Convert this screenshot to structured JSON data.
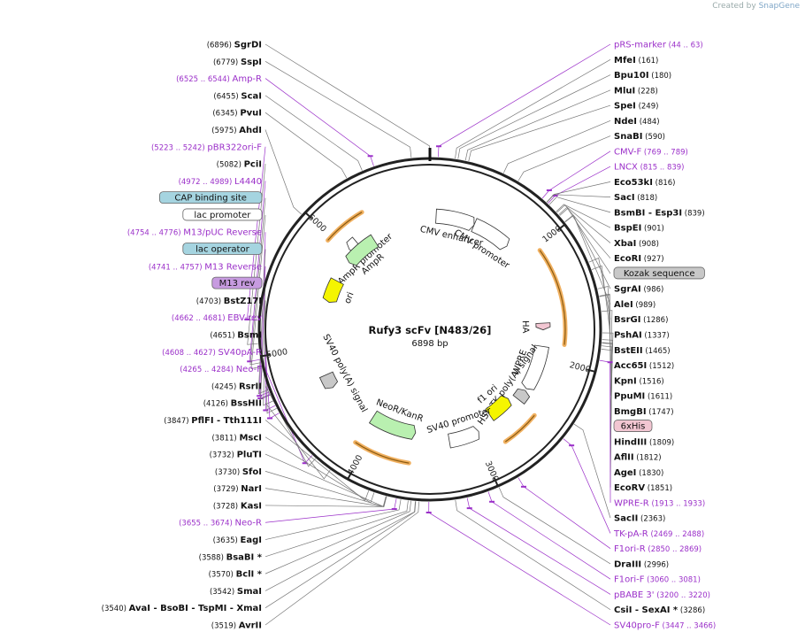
{
  "credit": {
    "prefix": "Created by",
    "brand": "SnapGene"
  },
  "plasmid": {
    "name": "Rufy3 scFv [N483/26]",
    "length_label": "6898 bp",
    "length": 6898
  },
  "colors": {
    "enzyme": "#000000",
    "primer": "#9b30c9",
    "feature_gray": "#c8c8c8",
    "feature_cyan": "#a5d4e0",
    "feature_pink": "#f2c6d2",
    "arrow_yellow": "#f5f500",
    "arrow_green": "#b9f0b0",
    "orf_orange": "#f0b060"
  },
  "ticks": [
    {
      "label": "1000",
      "bp": 1000
    },
    {
      "label": "2000",
      "bp": 2000
    },
    {
      "label": "3000",
      "bp": 3000
    },
    {
      "label": "4000",
      "bp": 4000
    },
    {
      "label": "5000",
      "bp": 5000
    },
    {
      "label": "6000",
      "bp": 6000
    }
  ],
  "features": [
    {
      "label": "AmpR promoter",
      "start": 6030,
      "end": 6130,
      "color": "#ffffff",
      "kind": "promoter"
    },
    {
      "label": "AmpR",
      "start": 5930,
      "end": 6285,
      "color": "#b9f0b0",
      "kind": "cds"
    },
    {
      "label": "CMV enhancer",
      "start": 60,
      "end": 440,
      "color": "#ffffff",
      "kind": "enhancer"
    },
    {
      "label": "CMV promoter",
      "start": 440,
      "end": 820,
      "color": "#ffffff",
      "kind": "promoter"
    },
    {
      "label": "ori",
      "start": 5460,
      "end": 5700,
      "color": "#f5f500",
      "kind": "ori"
    },
    {
      "label": "HA",
      "start": 1665,
      "end": 1730,
      "color": "#f2c6d2",
      "kind": "tag"
    },
    {
      "label": "WPRE",
      "start": 1890,
      "end": 2330,
      "color": "#ffffff",
      "kind": "misc"
    },
    {
      "label": "HSV TK poly(A) signal",
      "start": 2350,
      "end": 2460,
      "color": "#c8c8c8",
      "kind": "polya"
    },
    {
      "label": "f1 ori",
      "start": 2520,
      "end": 2780,
      "color": "#f5f500",
      "kind": "ori"
    },
    {
      "label": "SV40 promoter",
      "start": 2960,
      "end": 3260,
      "color": "#ffffff",
      "kind": "promoter"
    },
    {
      "label": "NeoR/KanR",
      "start": 3600,
      "end": 4080,
      "color": "#b9f0b0",
      "kind": "cds"
    },
    {
      "label": "SV40 poly(A) signal",
      "start": 4580,
      "end": 4720,
      "color": "#c8c8c8",
      "kind": "polya"
    }
  ],
  "orfs": [
    {
      "start": 5960,
      "end": 6320
    },
    {
      "start": 1040,
      "end": 1850
    },
    {
      "start": 2480,
      "end": 2800
    },
    {
      "start": 3620,
      "end": 4090
    }
  ],
  "left_labels": [
    {
      "pos": "(6896)",
      "name": "SgrDI",
      "kind": "enzyme",
      "bp": 6896
    },
    {
      "pos": "(6779)",
      "name": "SspI",
      "kind": "enzyme",
      "bp": 6779
    },
    {
      "pos": "(6525 .. 6544)",
      "name": "Amp-R",
      "kind": "primer",
      "bp": 6534
    },
    {
      "pos": "(6455)",
      "name": "ScaI",
      "kind": "enzyme",
      "bp": 6455
    },
    {
      "pos": "(6345)",
      "name": "PvuI",
      "kind": "enzyme",
      "bp": 6345
    },
    {
      "pos": "(5975)",
      "name": "AhdI",
      "kind": "enzyme",
      "bp": 5975
    },
    {
      "pos": "(5223 .. 5242)",
      "name": "pBR322ori-F",
      "kind": "primer",
      "bp": 5232
    },
    {
      "pos": "(5082)",
      "name": "PciI",
      "kind": "enzyme",
      "bp": 5082
    },
    {
      "pos": "(4972 .. 4989)",
      "name": "L4440",
      "kind": "primer",
      "bp": 4980
    },
    {
      "pos": "",
      "name": "CAP binding site",
      "kind": "feature_cyan",
      "bp": 4960
    },
    {
      "pos": "",
      "name": "lac promoter",
      "kind": "feature_white",
      "bp": 4935
    },
    {
      "pos": "(4754 .. 4776)",
      "name": "M13/pUC Reverse",
      "kind": "primer",
      "bp": 4765
    },
    {
      "pos": "",
      "name": "lac operator",
      "kind": "feature_cyan",
      "bp": 4780
    },
    {
      "pos": "(4741 .. 4757)",
      "name": "M13 Reverse",
      "kind": "primer",
      "bp": 4749
    },
    {
      "pos": "",
      "name": "M13 rev",
      "kind": "feature_purple",
      "bp": 4745
    },
    {
      "pos": "(4703)",
      "name": "BstZ17I",
      "kind": "enzyme",
      "bp": 4703
    },
    {
      "pos": "(4662 .. 4681)",
      "name": "EBV-rev",
      "kind": "primer",
      "bp": 4671
    },
    {
      "pos": "(4651)",
      "name": "BsmI",
      "kind": "enzyme",
      "bp": 4651
    },
    {
      "pos": "(4608 .. 4627)",
      "name": "SV40pA-R",
      "kind": "primer",
      "bp": 4617
    },
    {
      "pos": "(4265 .. 4284)",
      "name": "Neo-F",
      "kind": "primer",
      "bp": 4274
    },
    {
      "pos": "(4245)",
      "name": "RsrII",
      "kind": "enzyme",
      "bp": 4245
    },
    {
      "pos": "(4126)",
      "name": "BssHII",
      "kind": "enzyme",
      "bp": 4126
    },
    {
      "pos": "(3847)",
      "name": "PflFI - Tth111I",
      "kind": "enzyme",
      "bp": 3847
    },
    {
      "pos": "(3811)",
      "name": "MscI",
      "kind": "enzyme",
      "bp": 3811
    },
    {
      "pos": "(3732)",
      "name": "PluTI",
      "kind": "enzyme",
      "bp": 3732
    },
    {
      "pos": "(3730)",
      "name": "SfoI",
      "kind": "enzyme",
      "bp": 3730
    },
    {
      "pos": "(3729)",
      "name": "NarI",
      "kind": "enzyme",
      "bp": 3729
    },
    {
      "pos": "(3728)",
      "name": "KasI",
      "kind": "enzyme",
      "bp": 3728
    },
    {
      "pos": "(3655 .. 3674)",
      "name": "Neo-R",
      "kind": "primer",
      "bp": 3664
    },
    {
      "pos": "(3635)",
      "name": "EagI",
      "kind": "enzyme",
      "bp": 3635
    },
    {
      "pos": "(3588)",
      "name": "BsaBI *",
      "kind": "enzyme",
      "bp": 3588
    },
    {
      "pos": "(3570)",
      "name": "BclI *",
      "kind": "enzyme",
      "bp": 3570
    },
    {
      "pos": "(3542)",
      "name": "SmaI",
      "kind": "enzyme",
      "bp": 3542
    },
    {
      "pos": "(3540)",
      "name": "AvaI - BsoBI - TspMI - XmaI",
      "kind": "enzyme",
      "bp": 3540
    },
    {
      "pos": "(3519)",
      "name": "AvrII",
      "kind": "enzyme",
      "bp": 3519
    }
  ],
  "right_labels": [
    {
      "name": "pRS-marker",
      "pos": "(44 .. 63)",
      "kind": "primer",
      "bp": 53
    },
    {
      "name": "MfeI",
      "pos": "(161)",
      "kind": "enzyme",
      "bp": 161
    },
    {
      "name": "Bpu10I",
      "pos": "(180)",
      "kind": "enzyme",
      "bp": 180
    },
    {
      "name": "MluI",
      "pos": "(228)",
      "kind": "enzyme",
      "bp": 228
    },
    {
      "name": "SpeI",
      "pos": "(249)",
      "kind": "enzyme",
      "bp": 249
    },
    {
      "name": "NdeI",
      "pos": "(484)",
      "kind": "enzyme",
      "bp": 484
    },
    {
      "name": "SnaBI",
      "pos": "(590)",
      "kind": "enzyme",
      "bp": 590
    },
    {
      "name": "CMV-F",
      "pos": "(769 .. 789)",
      "kind": "primer",
      "bp": 779
    },
    {
      "name": "LNCX",
      "pos": "(815 .. 839)",
      "kind": "primer",
      "bp": 827
    },
    {
      "name": "Eco53kI",
      "pos": "(816)",
      "kind": "enzyme",
      "bp": 816
    },
    {
      "name": "SacI",
      "pos": "(818)",
      "kind": "enzyme",
      "bp": 818
    },
    {
      "name": "BsmBI - Esp3I",
      "pos": "(839)",
      "kind": "enzyme",
      "bp": 839
    },
    {
      "name": "BspEI",
      "pos": "(901)",
      "kind": "enzyme",
      "bp": 901
    },
    {
      "name": "XbaI",
      "pos": "(908)",
      "kind": "enzyme",
      "bp": 908
    },
    {
      "name": "EcoRI",
      "pos": "(927)",
      "kind": "enzyme",
      "bp": 927
    },
    {
      "name": "Kozak sequence",
      "pos": "",
      "kind": "feature_gray",
      "bp": 935
    },
    {
      "name": "SgrAI",
      "pos": "(986)",
      "kind": "enzyme",
      "bp": 986
    },
    {
      "name": "AleI",
      "pos": "(989)",
      "kind": "enzyme",
      "bp": 989
    },
    {
      "name": "BsrGI",
      "pos": "(1286)",
      "kind": "enzyme",
      "bp": 1286
    },
    {
      "name": "PshAI",
      "pos": "(1337)",
      "kind": "enzyme",
      "bp": 1337
    },
    {
      "name": "BstEII",
      "pos": "(1465)",
      "kind": "enzyme",
      "bp": 1465
    },
    {
      "name": "Acc65I",
      "pos": "(1512)",
      "kind": "enzyme",
      "bp": 1512
    },
    {
      "name": "KpnI",
      "pos": "(1516)",
      "kind": "enzyme",
      "bp": 1516
    },
    {
      "name": "PpuMI",
      "pos": "(1611)",
      "kind": "enzyme",
      "bp": 1611
    },
    {
      "name": "BmgBI",
      "pos": "(1747)",
      "kind": "enzyme",
      "bp": 1747
    },
    {
      "name": "6xHis",
      "pos": "",
      "kind": "feature_pink",
      "bp": 1790
    },
    {
      "name": "HindIII",
      "pos": "(1809)",
      "kind": "enzyme",
      "bp": 1809
    },
    {
      "name": "AflII",
      "pos": "(1812)",
      "kind": "enzyme",
      "bp": 1812
    },
    {
      "name": "AgeI",
      "pos": "(1830)",
      "kind": "enzyme",
      "bp": 1830
    },
    {
      "name": "EcoRV",
      "pos": "(1851)",
      "kind": "enzyme",
      "bp": 1851
    },
    {
      "name": "WPRE-R",
      "pos": "(1913 .. 1933)",
      "kind": "primer",
      "bp": 1923
    },
    {
      "name": "SacII",
      "pos": "(2363)",
      "kind": "enzyme",
      "bp": 2363
    },
    {
      "name": "TK-pA-R",
      "pos": "(2469 .. 2488)",
      "kind": "primer",
      "bp": 2478
    },
    {
      "name": "F1ori-R",
      "pos": "(2850 .. 2869)",
      "kind": "primer",
      "bp": 2859
    },
    {
      "name": "DraIII",
      "pos": "(2996)",
      "kind": "enzyme",
      "bp": 2996
    },
    {
      "name": "F1ori-F",
      "pos": "(3060 .. 3081)",
      "kind": "primer",
      "bp": 3070
    },
    {
      "name": "pBABE 3'",
      "pos": "(3200 .. 3220)",
      "kind": "primer",
      "bp": 3210
    },
    {
      "name": "CsiI - SexAI *",
      "pos": "(3286)",
      "kind": "enzyme",
      "bp": 3286
    },
    {
      "name": "SV40pro-F",
      "pos": "(3447 .. 3466)",
      "kind": "primer",
      "bp": 3456
    }
  ]
}
